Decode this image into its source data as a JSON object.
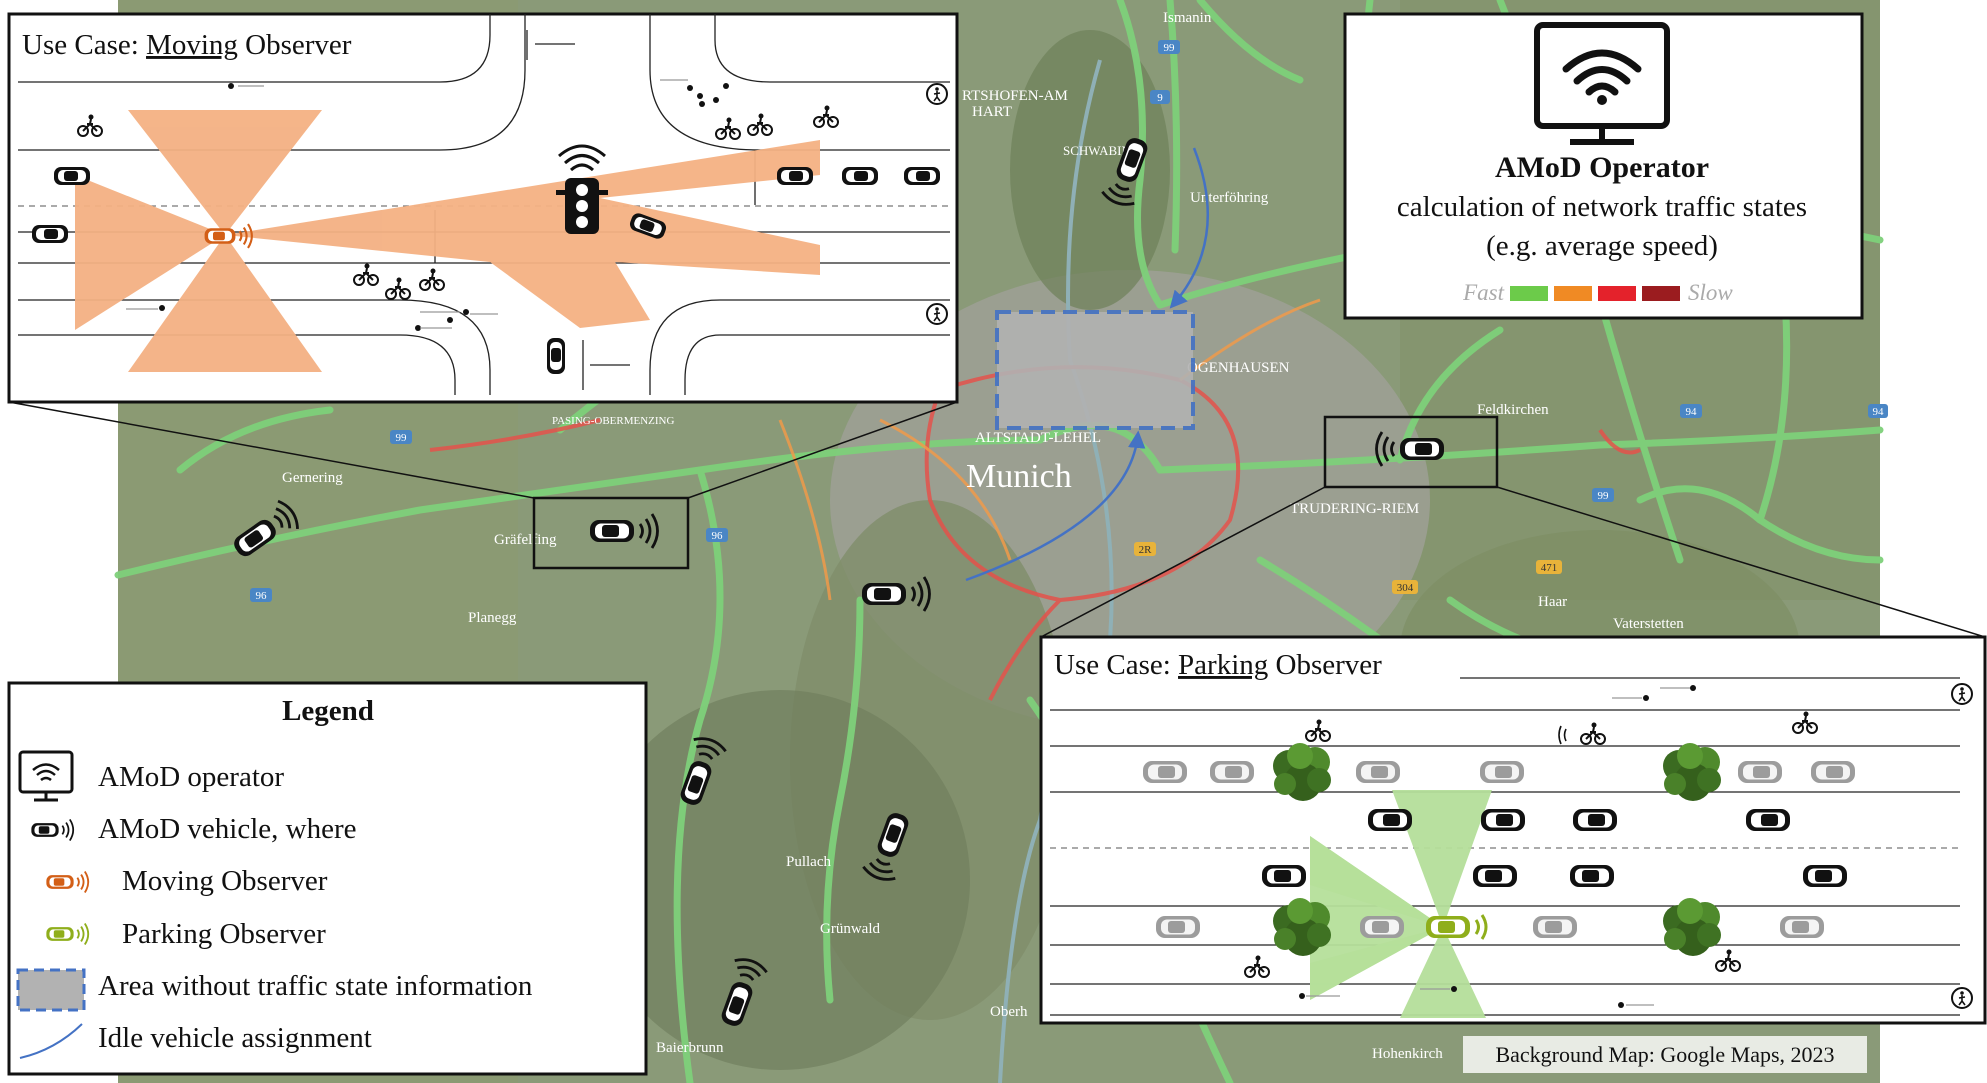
{
  "moving_panel": {
    "title_prefix": "Use Case: ",
    "title_keyword": "Moving",
    "title_suffix": " Observer"
  },
  "parking_panel": {
    "title_prefix": "Use Case: ",
    "title_keyword": "Parking",
    "title_suffix": " Observer"
  },
  "operator_panel": {
    "title": "AMoD Operator",
    "line1": "calculation of network traffic states",
    "line2": "(e.g. average speed)",
    "scale_fast": "Fast",
    "scale_slow": "Slow",
    "scale_colors": [
      "#6ccb4a",
      "#f08a24",
      "#e4222b",
      "#9b1c1f"
    ]
  },
  "legend": {
    "title": "Legend",
    "items": [
      "AMoD operator",
      "AMoD vehicle, where",
      "Moving Observer",
      "Parking Observer",
      "Area without traffic state information",
      "Idle vehicle assignment"
    ]
  },
  "map": {
    "city": "Munich",
    "places": [
      "SCHWABING",
      "Unterföhring",
      "OGENHAUSEN",
      "ALTSTADT-LEHEL",
      "Feldkirchen",
      "TRUDERING-RIEM",
      "Gernering",
      "Gräfelfing",
      "Planegg",
      "Pullach",
      "Grünwald",
      "Haar",
      "Vaterstetten",
      "Baierbrunn",
      "Hohenkirch",
      "Oberh",
      "PASING-OBERMENZING",
      "RTSHOFEN-AM",
      "HART",
      "Ismanin"
    ],
    "road_numbers": [
      "99",
      "99",
      "9",
      "96",
      "96",
      "94",
      "94",
      "99",
      "471",
      "304",
      "2R"
    ]
  },
  "credit": "Background Map: Google Maps, 2023",
  "colors": {
    "moving_observer": "#d35f17",
    "parking_observer": "#8fae1b",
    "sensor_cone_moving": "#f4b183",
    "sensor_cone_parking": "#b5df9a",
    "unknown_area_border": "#4472c4",
    "assignment_arrow": "#4472c4"
  }
}
